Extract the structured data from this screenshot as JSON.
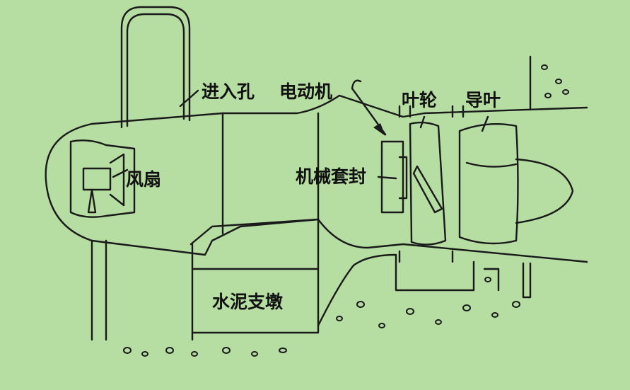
{
  "labels": {
    "access_hole": "进入孔",
    "motor": "电动机",
    "impeller": "叶轮",
    "guide_vane": "导叶",
    "fan": "风扇",
    "mechanical_seal": "机械套封",
    "concrete_pier": "水泥支墩"
  },
  "colors": {
    "background": "#b6dda2",
    "line": "#1a1a1a"
  }
}
